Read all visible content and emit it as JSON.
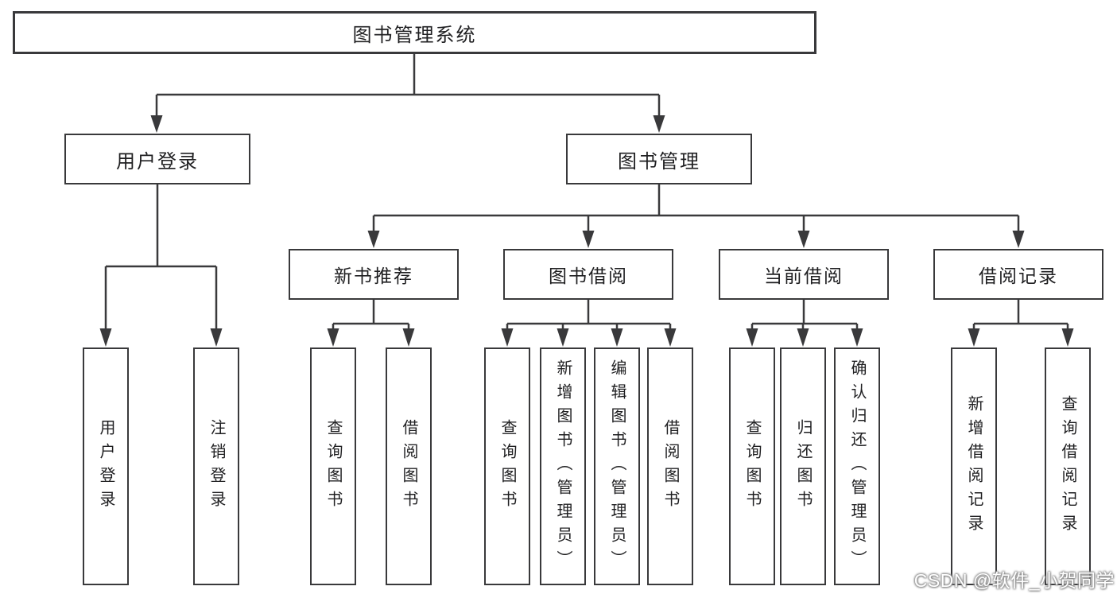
{
  "tree": {
    "label": "图书管理系统",
    "children": [
      {
        "label": "用户登录",
        "children": [
          {
            "label": "用户登录"
          },
          {
            "label": "注销登录"
          }
        ]
      },
      {
        "label": "图书管理",
        "children": [
          {
            "label": "新书推荐",
            "children": [
              {
                "label": "查询图书"
              },
              {
                "label": "借阅图书"
              }
            ]
          },
          {
            "label": "图书借阅",
            "children": [
              {
                "label": "查询图书"
              },
              {
                "label": "新增图书（管理员）"
              },
              {
                "label": "编辑图书（管理员）"
              },
              {
                "label": "借阅图书"
              }
            ]
          },
          {
            "label": "当前借阅",
            "children": [
              {
                "label": "查询图书"
              },
              {
                "label": "归还图书"
              },
              {
                "label": "确认归还（管理员）"
              }
            ]
          },
          {
            "label": "借阅记录",
            "children": [
              {
                "label": "新增借阅记录"
              },
              {
                "label": "查询借阅记录"
              }
            ]
          }
        ]
      }
    ]
  },
  "watermark": {
    "text": "CSDN @软件_小贺同学"
  },
  "colors": {
    "line": "#3a3a3c",
    "arrow": "#39393b",
    "box_border": "#39393b",
    "text": "#1f1f21",
    "background": "#ffffff"
  }
}
